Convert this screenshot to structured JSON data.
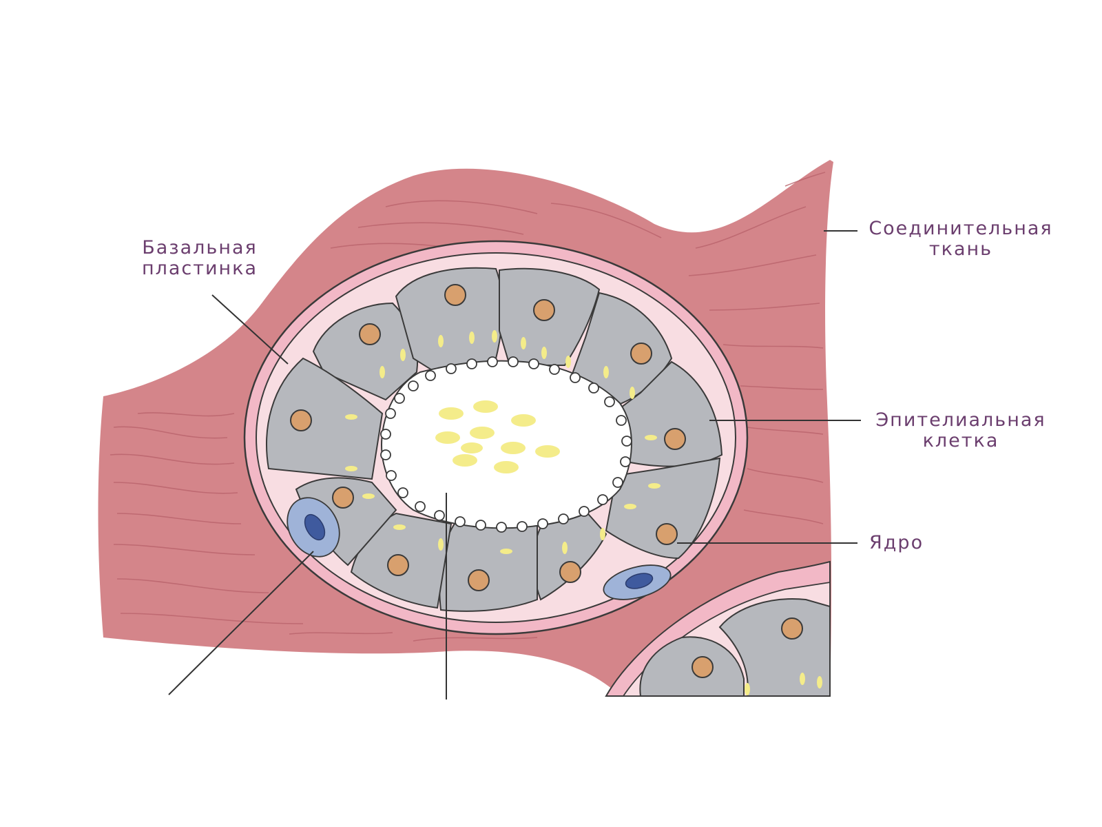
{
  "labels": {
    "basal_lamina": {
      "line1": "Базальная",
      "line2": "пластинка"
    },
    "connective_tissue": {
      "line1": "Соединительная",
      "line2": "ткань"
    },
    "epithelial_cell": {
      "line1": "Эпителиальная",
      "line2": "клетка"
    },
    "nucleus": {
      "line1": "Ядро"
    }
  },
  "colors": {
    "connective_tissue": "#d4858a",
    "connective_fibers": "#b9636c",
    "basal_lamina": "#f2b8c6",
    "interstitial": "#f8dde2",
    "epithelial_cell": "#b6b8bd",
    "nucleus": "#d8a06e",
    "granules": "#f4ec8a",
    "lumen": "#ffffff",
    "capillary_cell": "#9fb3d8",
    "capillary_nucleus": "#3f5a9e",
    "outline": "#3a3a3a",
    "label_text": "#6b3e6e",
    "leader_line": "#333333"
  }
}
